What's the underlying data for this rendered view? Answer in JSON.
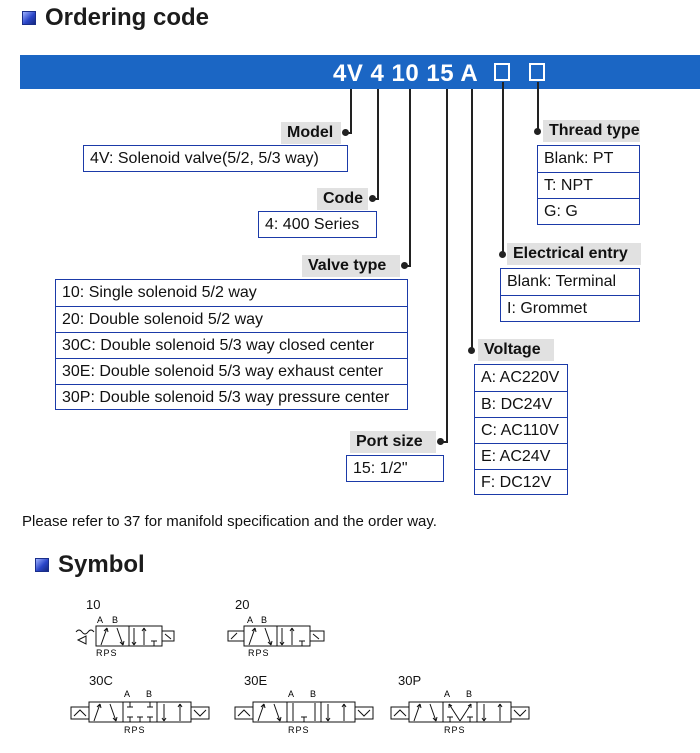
{
  "ordering": {
    "title": "Ordering code",
    "code": "4V 4 10 15 A",
    "model": {
      "label": "Model",
      "rows": [
        "4V: Solenoid valve(5/2, 5/3 way)"
      ]
    },
    "code_field": {
      "label": "Code",
      "rows": [
        "4: 400 Series"
      ]
    },
    "valve_type": {
      "label": "Valve type",
      "rows": [
        "10: Single solenoid 5/2 way",
        "20: Double solenoid 5/2 way",
        "30C: Double solenoid 5/3 way closed center",
        "30E: Double solenoid 5/3 way exhaust center",
        "30P: Double solenoid 5/3 way pressure center"
      ]
    },
    "port_size": {
      "label": "Port size",
      "rows": [
        "15: 1/2\""
      ]
    },
    "voltage": {
      "label": "Voltage",
      "rows": [
        "A: AC220V",
        "B: DC24V",
        "C: AC110V",
        "E: AC24V",
        "F: DC12V"
      ]
    },
    "electrical": {
      "label": "Electrical entry",
      "rows": [
        "Blank: Terminal",
        "I: Grommet"
      ]
    },
    "thread": {
      "label": "Thread type",
      "rows": [
        "Blank: PT",
        "T: NPT",
        "G: G"
      ]
    },
    "note": "Please refer to 37 for manifold specification and the order way."
  },
  "symbol": {
    "title": "Symbol",
    "labels": [
      "10",
      "20",
      "30C",
      "30E",
      "30P"
    ],
    "port_ab": [
      "A",
      "B"
    ],
    "port_rps": "RPS"
  }
}
